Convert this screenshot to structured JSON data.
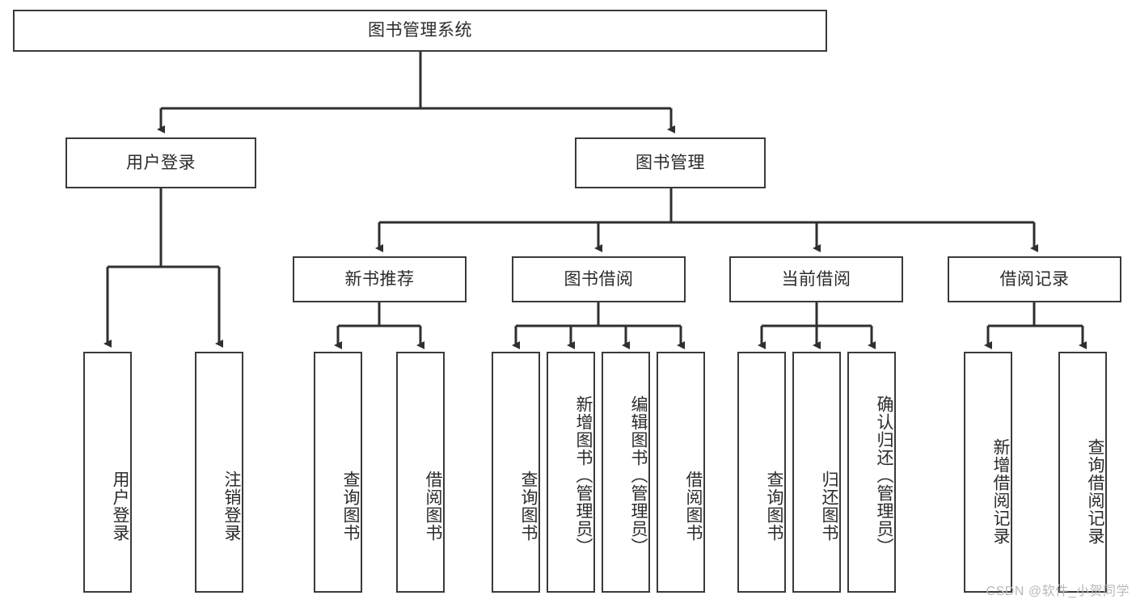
{
  "diagram": {
    "type": "tree",
    "title": "图书管理系统",
    "root": {
      "id": "root",
      "label": "图书管理系统"
    },
    "level2": [
      {
        "id": "user-login",
        "label": "用户登录"
      },
      {
        "id": "book-manage",
        "label": "图书管理"
      }
    ],
    "level3": [
      {
        "id": "new-book-rec",
        "label": "新书推荐"
      },
      {
        "id": "book-borrow",
        "label": "图书借阅"
      },
      {
        "id": "current-borrow",
        "label": "当前借阅"
      },
      {
        "id": "borrow-record",
        "label": "借阅记录"
      }
    ],
    "leaves": {
      "user_login": [
        {
          "id": "leaf-user-login",
          "label": "用户登录"
        },
        {
          "id": "leaf-logout-login",
          "label": "注销登录"
        }
      ],
      "new_book_rec": [
        {
          "id": "leaf-query-book-1",
          "label": "查询图书"
        },
        {
          "id": "leaf-borrow-book-1",
          "label": "借阅图书"
        }
      ],
      "book_borrow": [
        {
          "id": "leaf-query-book-2",
          "label": "查询图书"
        },
        {
          "id": "leaf-add-book",
          "label": "新增图书（管理员）"
        },
        {
          "id": "leaf-edit-book",
          "label": "编辑图书（管理员）"
        },
        {
          "id": "leaf-borrow-book-2",
          "label": "借阅图书"
        }
      ],
      "current_borrow": [
        {
          "id": "leaf-query-book-3",
          "label": "查询图书"
        },
        {
          "id": "leaf-return-book",
          "label": "归还图书"
        },
        {
          "id": "leaf-confirm-return",
          "label": "确认归还（管理员）"
        }
      ],
      "borrow_record": [
        {
          "id": "leaf-add-record",
          "label": "新增借阅记录"
        },
        {
          "id": "leaf-query-record",
          "label": "查询借阅记录"
        }
      ]
    }
  },
  "watermark": {
    "text": "CSDN @软件_小贺同学"
  },
  "colors": {
    "stroke": "#3a3a3a",
    "text": "#2b2b2b",
    "background": "#ffffff",
    "watermark": "#b9b9b9"
  }
}
